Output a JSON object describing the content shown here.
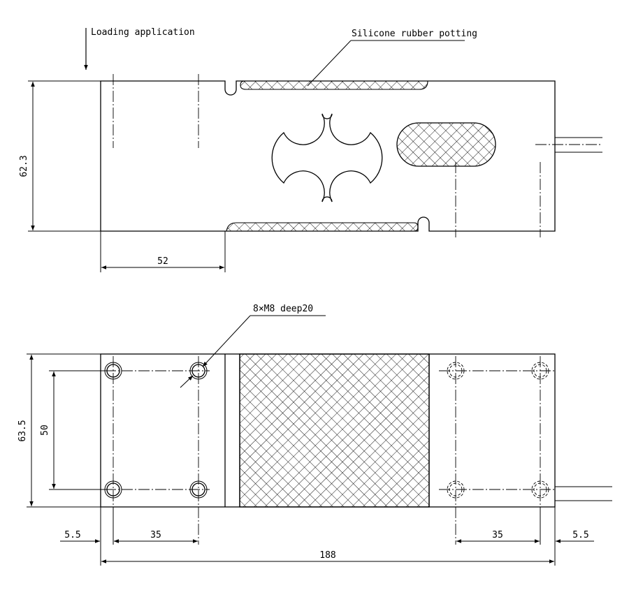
{
  "labels": {
    "loading_application": "Loading application",
    "silicone_rubber_potting": "Silicone rubber potting",
    "thread_note": "8×M8 deep20"
  },
  "dimensions": {
    "height_top": "62.3",
    "length_52": "52",
    "height_bottom": "63.5",
    "hole_spacing_vertical": "50",
    "edge_left": "5.5",
    "hole_spacing_left": "35",
    "total_length": "188",
    "hole_spacing_right": "35",
    "edge_right": "5.5"
  }
}
